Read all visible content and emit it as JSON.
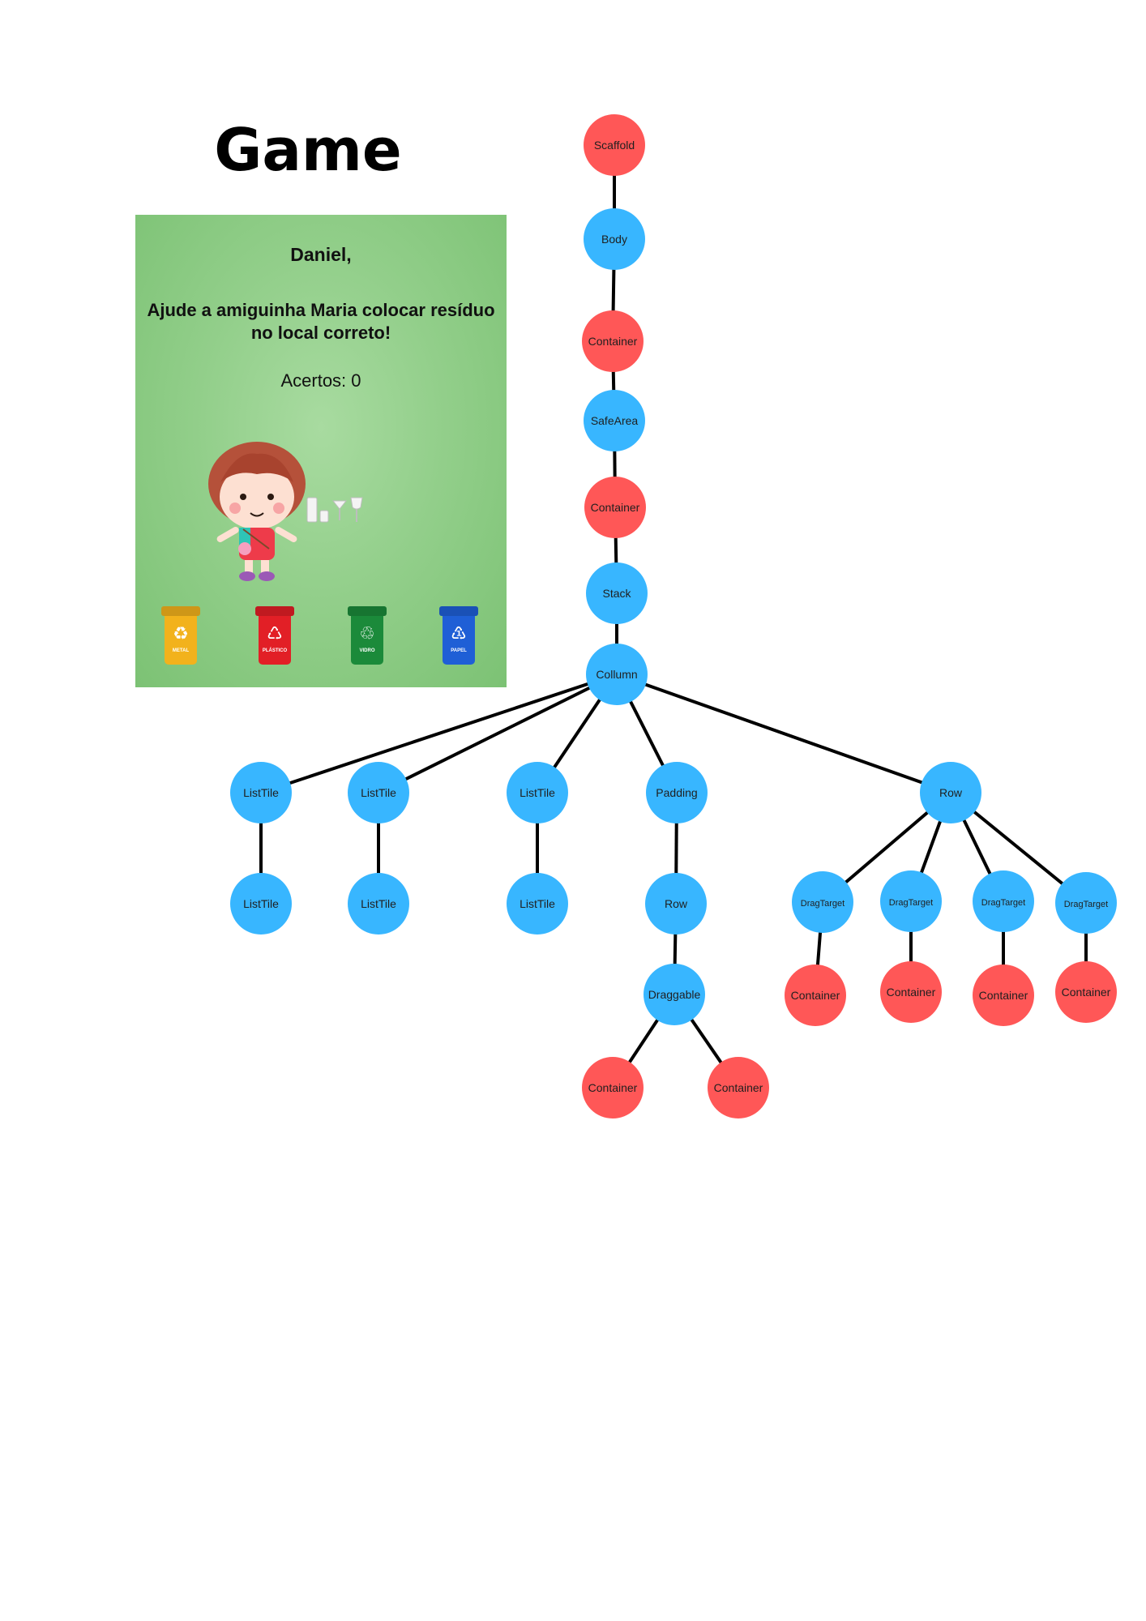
{
  "title": "Game",
  "game_screen": {
    "greeting": "Daniel,",
    "instruction": "Ajude a amiguinha Maria colocar resíduo no local correto!",
    "score": "Acertos: 0",
    "bins": [
      {
        "name": "metal",
        "label": "METAL",
        "color": "#f2b21c"
      },
      {
        "name": "plastico",
        "label": "PLÁSTICO",
        "color": "#e21f26"
      },
      {
        "name": "vidro",
        "label": "VIDRO",
        "color": "#1b8a3a"
      },
      {
        "name": "papel",
        "label": "PAPEL",
        "color": "#1f5fd6"
      }
    ]
  },
  "tree": {
    "colors": {
      "blue": "#38b6ff",
      "red": "#ff5757",
      "edge": "#000000"
    },
    "nodes": [
      {
        "id": "n1",
        "label": "Scaffold",
        "color": "red"
      },
      {
        "id": "n2",
        "label": "Body",
        "color": "blue"
      },
      {
        "id": "n3",
        "label": "Container",
        "color": "red"
      },
      {
        "id": "n4",
        "label": "SafeArea",
        "color": "blue"
      },
      {
        "id": "n5",
        "label": "Container",
        "color": "red"
      },
      {
        "id": "n6",
        "label": "Stack",
        "color": "blue"
      },
      {
        "id": "n7",
        "label": "Collumn",
        "color": "blue"
      },
      {
        "id": "n8",
        "label": "ListTile",
        "color": "blue"
      },
      {
        "id": "n9",
        "label": "ListTile",
        "color": "blue"
      },
      {
        "id": "n10",
        "label": "ListTile",
        "color": "blue"
      },
      {
        "id": "n11",
        "label": "Padding",
        "color": "blue"
      },
      {
        "id": "n12",
        "label": "Row",
        "color": "blue"
      },
      {
        "id": "n13",
        "label": "ListTile",
        "color": "blue"
      },
      {
        "id": "n14",
        "label": "ListTile",
        "color": "blue"
      },
      {
        "id": "n15",
        "label": "ListTile",
        "color": "blue"
      },
      {
        "id": "n16",
        "label": "Row",
        "color": "blue"
      },
      {
        "id": "n17",
        "label": "Draggable",
        "color": "blue"
      },
      {
        "id": "n18",
        "label": "Container",
        "color": "red"
      },
      {
        "id": "n19",
        "label": "Container",
        "color": "red"
      },
      {
        "id": "n20",
        "label": "DragTarget",
        "color": "blue"
      },
      {
        "id": "n21",
        "label": "DragTarget",
        "color": "blue"
      },
      {
        "id": "n22",
        "label": "DragTarget",
        "color": "blue"
      },
      {
        "id": "n23",
        "label": "DragTarget",
        "color": "blue"
      },
      {
        "id": "n24",
        "label": "Container",
        "color": "red"
      },
      {
        "id": "n25",
        "label": "Container",
        "color": "red"
      },
      {
        "id": "n26",
        "label": "Container",
        "color": "red"
      },
      {
        "id": "n27",
        "label": "Container",
        "color": "red"
      }
    ],
    "edges": [
      [
        "n1",
        "n2"
      ],
      [
        "n2",
        "n3"
      ],
      [
        "n3",
        "n4"
      ],
      [
        "n4",
        "n5"
      ],
      [
        "n5",
        "n6"
      ],
      [
        "n6",
        "n7"
      ],
      [
        "n7",
        "n8"
      ],
      [
        "n7",
        "n9"
      ],
      [
        "n7",
        "n10"
      ],
      [
        "n7",
        "n11"
      ],
      [
        "n7",
        "n12"
      ],
      [
        "n8",
        "n13"
      ],
      [
        "n9",
        "n14"
      ],
      [
        "n10",
        "n15"
      ],
      [
        "n11",
        "n16"
      ],
      [
        "n16",
        "n17"
      ],
      [
        "n17",
        "n18"
      ],
      [
        "n17",
        "n19"
      ],
      [
        "n12",
        "n20"
      ],
      [
        "n12",
        "n21"
      ],
      [
        "n12",
        "n22"
      ],
      [
        "n12",
        "n23"
      ],
      [
        "n20",
        "n24"
      ],
      [
        "n21",
        "n25"
      ],
      [
        "n22",
        "n26"
      ],
      [
        "n23",
        "n27"
      ]
    ]
  }
}
